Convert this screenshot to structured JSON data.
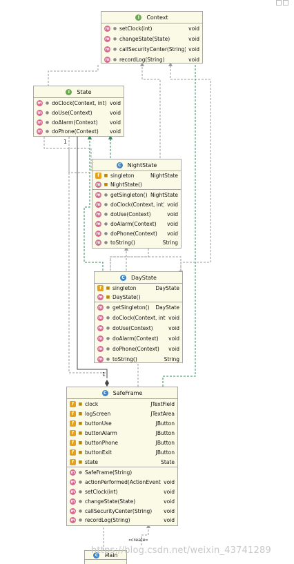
{
  "context": {
    "title": "Context",
    "methods": [
      {
        "name": "setClock(int)",
        "type": "void"
      },
      {
        "name": "changeState(State)",
        "type": "void"
      },
      {
        "name": "callSecurityCenter(String)",
        "type": "void"
      },
      {
        "name": "recordLog(String)",
        "type": "void"
      }
    ]
  },
  "state": {
    "title": "State",
    "methods": [
      {
        "name": "doClock(Context, int)",
        "type": "void"
      },
      {
        "name": "doUse(Context)",
        "type": "void"
      },
      {
        "name": "doAlarm(Context)",
        "type": "void"
      },
      {
        "name": "doPhone(Context)",
        "type": "void"
      }
    ]
  },
  "nightstate": {
    "title": "NightState",
    "fields": [
      {
        "name": "singleton",
        "type": "NightState"
      }
    ],
    "constructors": [
      {
        "name": "NightState()",
        "type": ""
      }
    ],
    "methods": [
      {
        "name": "getSingleton()",
        "type": "NightState"
      },
      {
        "name": "doClock(Context, int)",
        "type": "void"
      },
      {
        "name": "doUse(Context)",
        "type": "void"
      },
      {
        "name": "doAlarm(Context)",
        "type": "void"
      },
      {
        "name": "doPhone(Context)",
        "type": "void"
      },
      {
        "name": "toString()",
        "type": "String"
      }
    ]
  },
  "daystate": {
    "title": "DayState",
    "fields": [
      {
        "name": "singleton",
        "type": "DayState"
      }
    ],
    "constructors": [
      {
        "name": "DayState()",
        "type": ""
      }
    ],
    "methods": [
      {
        "name": "getSingleton()",
        "type": "DayState"
      },
      {
        "name": "doClock(Context, int)",
        "type": "void"
      },
      {
        "name": "doUse(Context)",
        "type": "void"
      },
      {
        "name": "doAlarm(Context)",
        "type": "void"
      },
      {
        "name": "doPhone(Context)",
        "type": "void"
      },
      {
        "name": "toString()",
        "type": "String"
      }
    ]
  },
  "safeframe": {
    "title": "SafeFrame",
    "fields": [
      {
        "name": "clock",
        "type": "JTextField"
      },
      {
        "name": "logScreen",
        "type": "JTextArea"
      },
      {
        "name": "buttonUse",
        "type": "JButton"
      },
      {
        "name": "buttonAlarm",
        "type": "JButton"
      },
      {
        "name": "buttonPhone",
        "type": "JButton"
      },
      {
        "name": "buttonExit",
        "type": "JButton"
      },
      {
        "name": "state",
        "type": "State"
      }
    ],
    "methods": [
      {
        "name": "SafeFrame(String)",
        "type": ""
      },
      {
        "name": "actionPerformed(ActionEvent)",
        "type": "void"
      },
      {
        "name": "setClock(int)",
        "type": "void"
      },
      {
        "name": "changeState(State)",
        "type": "void"
      },
      {
        "name": "callSecurityCenter(String)",
        "type": "void"
      },
      {
        "name": "recordLog(String)",
        "type": "void"
      }
    ]
  },
  "main": {
    "title": "Main"
  },
  "labels": {
    "state_multiplicity": "1",
    "safeframe_multiplicity": "1",
    "create": "«create»"
  },
  "watermark": "https://blog.csdn.net/weixin_43741289"
}
